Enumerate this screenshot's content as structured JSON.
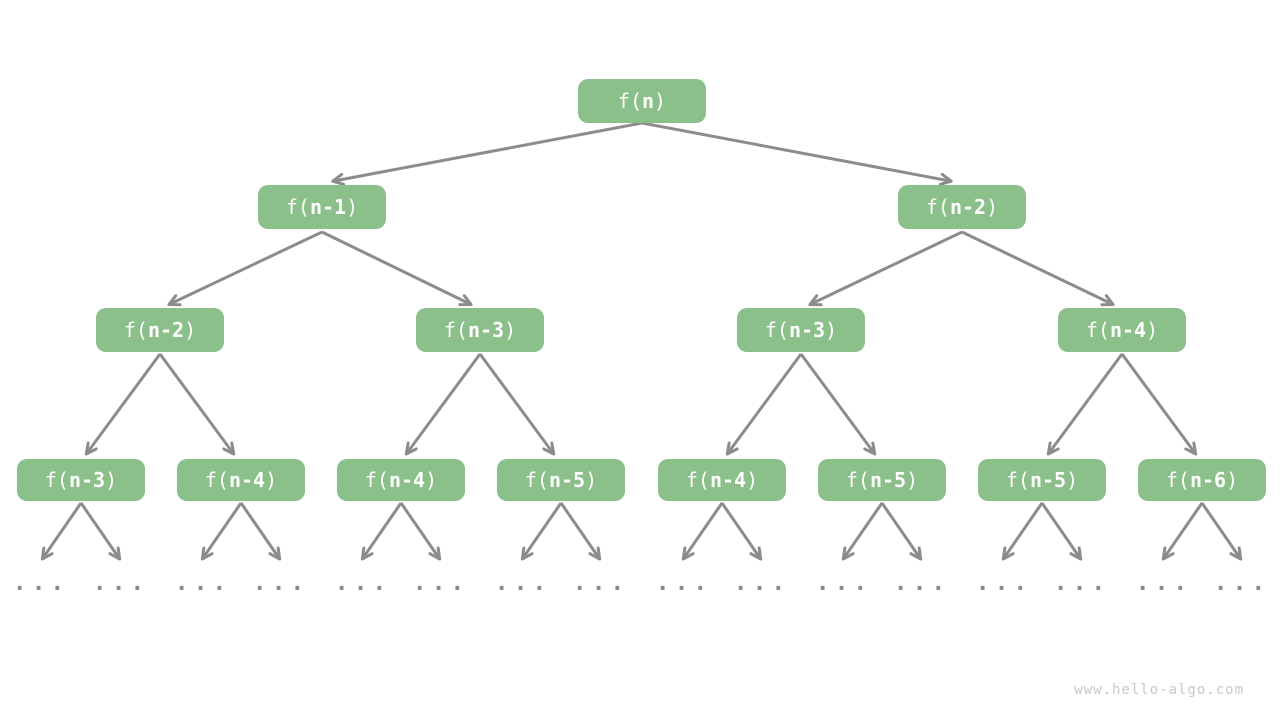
{
  "page": {
    "watermark": "www.hello-algo.com",
    "background_color": "#ffffff"
  },
  "colors": {
    "node_fill": "#8cc08a",
    "node_text": "#ffffff",
    "arrow": "#8c8c8c",
    "ellipsis": "#8a8a8a",
    "watermark": "#c8c8c8"
  },
  "ellipsis_label": "...",
  "nodes": [
    {
      "level": 1,
      "prefix": "f(",
      "core": "n",
      "suffix": ")"
    },
    {
      "level": 2,
      "prefix": "f(",
      "core": "n-1",
      "suffix": ")"
    },
    {
      "level": 2,
      "prefix": "f(",
      "core": "n-2",
      "suffix": ")"
    },
    {
      "level": 3,
      "prefix": "f(",
      "core": "n-2",
      "suffix": ")"
    },
    {
      "level": 3,
      "prefix": "f(",
      "core": "n-3",
      "suffix": ")"
    },
    {
      "level": 3,
      "prefix": "f(",
      "core": "n-3",
      "suffix": ")"
    },
    {
      "level": 3,
      "prefix": "f(",
      "core": "n-4",
      "suffix": ")"
    },
    {
      "level": 4,
      "prefix": "f(",
      "core": "n-3",
      "suffix": ")"
    },
    {
      "level": 4,
      "prefix": "f(",
      "core": "n-4",
      "suffix": ")"
    },
    {
      "level": 4,
      "prefix": "f(",
      "core": "n-4",
      "suffix": ")"
    },
    {
      "level": 4,
      "prefix": "f(",
      "core": "n-5",
      "suffix": ")"
    },
    {
      "level": 4,
      "prefix": "f(",
      "core": "n-4",
      "suffix": ")"
    },
    {
      "level": 4,
      "prefix": "f(",
      "core": "n-5",
      "suffix": ")"
    },
    {
      "level": 4,
      "prefix": "f(",
      "core": "n-5",
      "suffix": ")"
    },
    {
      "level": 4,
      "prefix": "f(",
      "core": "n-6",
      "suffix": ")"
    }
  ]
}
